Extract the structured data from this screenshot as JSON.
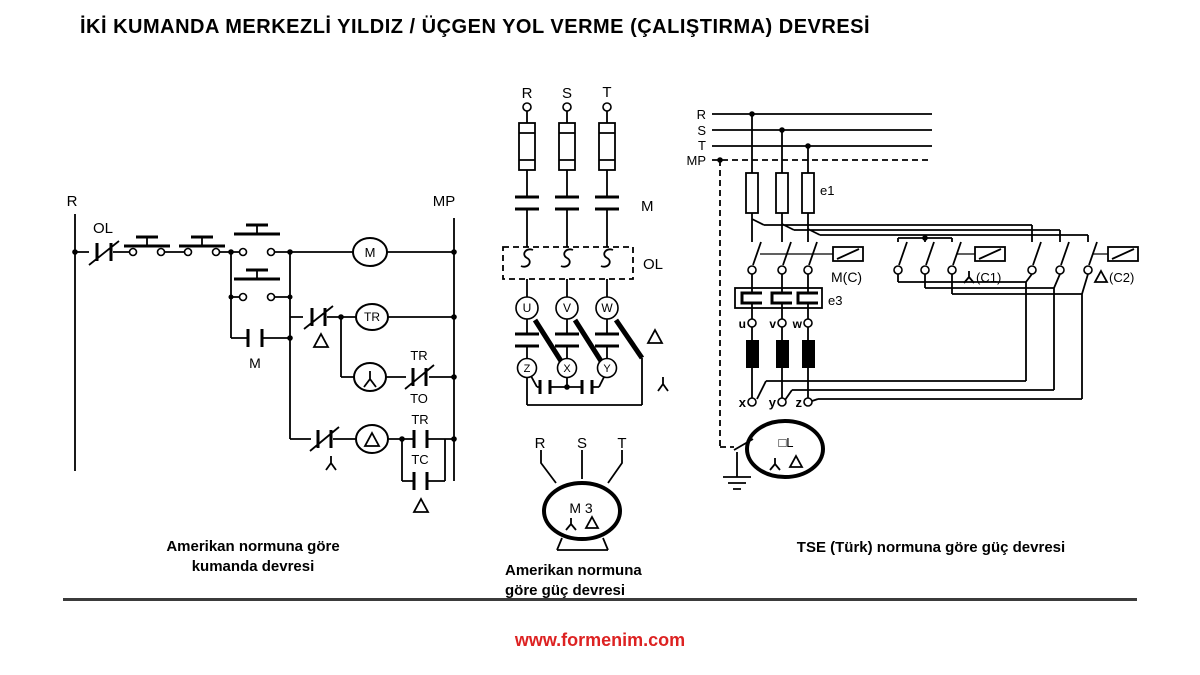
{
  "title": "İKİ KUMANDA MERKEZLİ YILDIZ / ÜÇGEN YOL VERME (ÇALIŞTIRMA) DEVRESİ",
  "footer_url": "www.formenim.com",
  "captions": {
    "control_line1": "Amerikan normuna göre",
    "control_line2": "kumanda devresi",
    "power_us_line1": "Amerikan normuna",
    "power_us_line2": "göre güç devresi",
    "power_tse": "TSE (Türk) normuna göre güç devresi"
  },
  "symbols": {
    "star": "inverted-Y (yıldız)",
    "delta": "triangle (üçgen)"
  },
  "colors": {
    "line": "#000000",
    "url_red": "#dd2222",
    "separator": "#3b3b3b"
  },
  "control": {
    "left_rail": "R",
    "right_rail": "MP",
    "overload": "OL",
    "coil_main": "M",
    "seal_contact": "M",
    "coil_timer": "TR",
    "timer_nc_label": "TR",
    "timer_nc_sub": "TO",
    "timer_no_label": "TR",
    "timer_no_sub": "TC"
  },
  "power_us": {
    "phases": [
      "R",
      "S",
      "T"
    ],
    "contactor": "M",
    "overload": "OL",
    "terminals_top": [
      "U",
      "V",
      "W"
    ],
    "terminals_bottom": [
      "Z",
      "X",
      "Y"
    ],
    "leads": [
      "R",
      "S",
      "T"
    ],
    "motor": "M 3"
  },
  "power_tse": {
    "buses": [
      "R",
      "S",
      "T",
      "MP"
    ],
    "fuses": "e1",
    "contactor_main": "M(C)",
    "contactor_star": "(C1)",
    "contactor_delta": "(C2)",
    "overload": "e3",
    "terminals_upper": [
      "u",
      "v",
      "w"
    ],
    "terminals_lower": [
      "x",
      "y",
      "z"
    ],
    "motor": "□L"
  }
}
